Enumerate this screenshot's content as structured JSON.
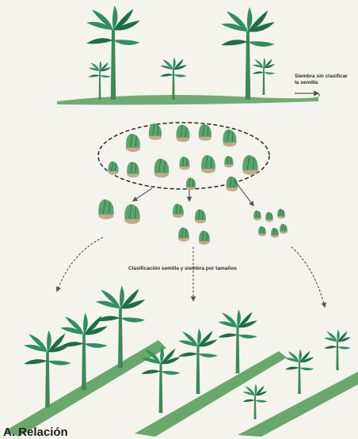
{
  "labels": {
    "top_line1": "Siembra sin clasificar",
    "top_line2": "la semilla",
    "middle": "Clasificación semilla y siembra por tamaños",
    "corner": "A. Relación"
  },
  "colors": {
    "leaf": "#2f8f5f",
    "leaf_dark": "#1e6e45",
    "stem": "#3a8a58",
    "grass": "#4f9a52",
    "soil": "#c8a98a",
    "sucker": "#5aa46c",
    "dash": "#333333",
    "arrow": "#555555"
  }
}
